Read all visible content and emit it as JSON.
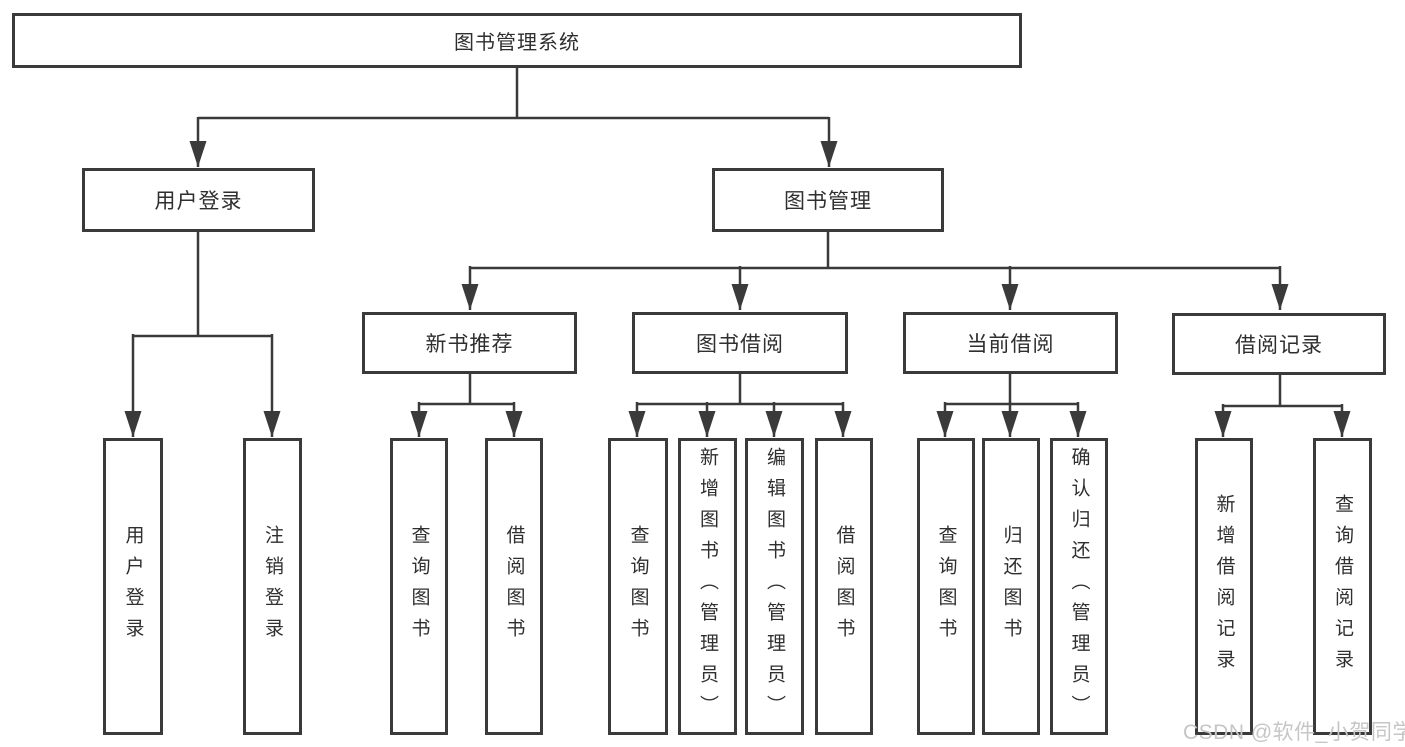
{
  "diagram": {
    "title_node": {
      "label": "图书管理系统"
    },
    "level2": [
      {
        "label": "用户登录"
      },
      {
        "label": "图书管理"
      }
    ],
    "level3": [
      {
        "label": "新书推荐"
      },
      {
        "label": "图书借阅"
      },
      {
        "label": "当前借阅"
      },
      {
        "label": "借阅记录"
      }
    ],
    "leaves": [
      {
        "label": "用户登录"
      },
      {
        "label": "注销登录"
      },
      {
        "label": "查询图书"
      },
      {
        "label": "借阅图书"
      },
      {
        "label": "查询图书"
      },
      {
        "label": "新增图书（管理员）"
      },
      {
        "label": "编辑图书（管理员）"
      },
      {
        "label": "借阅图书"
      },
      {
        "label": "查询图书"
      },
      {
        "label": "归还图书"
      },
      {
        "label": "确认归还（管理员）"
      },
      {
        "label": "新增借阅记录"
      },
      {
        "label": "查询借阅记录"
      }
    ],
    "colors": {
      "line": "#3a3a3a",
      "text": "#2f2f2f",
      "watermark_text": "#c6c6c6",
      "background": "#ffffff"
    }
  },
  "watermark": {
    "text": "CSDN @软件_小贺同学"
  }
}
